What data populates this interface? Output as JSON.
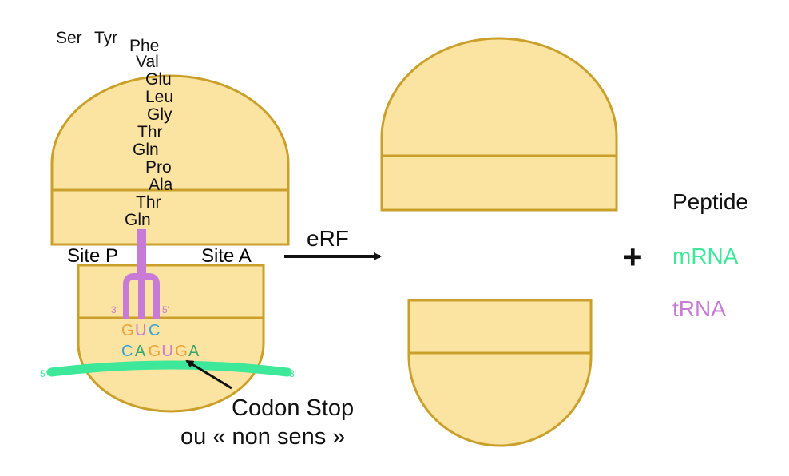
{
  "peptide_chain": [
    "Ser",
    "Tyr",
    "Phe",
    "Val",
    "Glu",
    "Leu",
    "Gly",
    "Thr",
    "Gln",
    "Pro",
    "Ala",
    "Thr",
    "Gln"
  ],
  "labels": {
    "site_p": "Site P",
    "site_a": "Site A",
    "arrow_label": "eRF",
    "plus": "+",
    "codon_stop_line1": "Codon Stop",
    "codon_stop_line2": "ou « non sens »"
  },
  "trna": {
    "anticodon": [
      {
        "base": "G",
        "color": "#e8a33a"
      },
      {
        "base": "U",
        "color": "#c77ad6"
      },
      {
        "base": "C",
        "color": "#3aa0d8"
      }
    ],
    "end_3": "3'",
    "end_5": "5'"
  },
  "mrna": {
    "codons": [
      {
        "base": "C",
        "color": "#3aa0d8"
      },
      {
        "base": "A",
        "color": "#3aa66a"
      },
      {
        "base": "G",
        "color": "#e8a33a"
      },
      {
        "base": "U",
        "color": "#c77ad6"
      },
      {
        "base": "G",
        "color": "#e8a33a"
      },
      {
        "base": "A",
        "color": "#3aa66a"
      }
    ],
    "end_5": "5'",
    "end_3": "3'"
  },
  "products": [
    {
      "label": "Peptide",
      "color": "#111111"
    },
    {
      "label": "mRNA",
      "color": "#3ee89a"
    },
    {
      "label": "tRNA",
      "color": "#c77ad6"
    }
  ],
  "colors": {
    "ribosome_fill": "#fbe3a2",
    "ribosome_stroke": "#caa02a",
    "trna": "#c77ad6",
    "mrna": "#3ee89a"
  }
}
